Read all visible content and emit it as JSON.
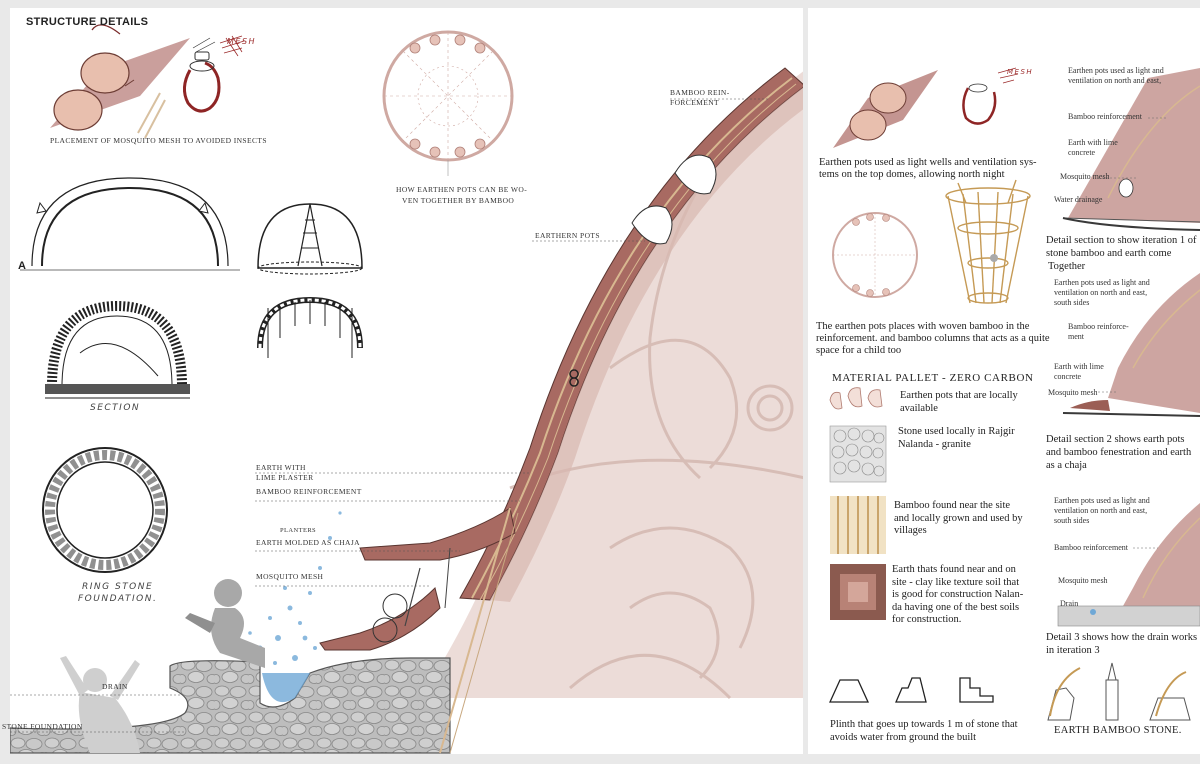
{
  "colors": {
    "terracotta": "#a86a62",
    "earth_wall": "#c69a92",
    "dome_interior": "#ecdcd8",
    "stone": "#b8b8b8",
    "water": "#6fa8d6",
    "figure": "#a8a8a8",
    "bamboo": "#d8b890"
  },
  "left": {
    "title": "STRUCTURE DETAILS",
    "mesh_label": "MESH",
    "mosquito_caption": "PLACEMENT OF MOSQUITO MESH TO AVOIDED INSECTS",
    "woven_caption_1": "HOW EARTHEN POTS CAN BE WO-",
    "woven_caption_2": "VEN TOGETHER BY BAMBOO",
    "arch_label": "A",
    "section_label": "SECTION",
    "ring_label_1": "RING STONE",
    "ring_label_2": "FOUNDATION.",
    "bamboo_rein_1": "BAMBOO REIN-",
    "bamboo_rein_2": "FORCEMENT",
    "earthen_pots": "EARTHERN POTS",
    "earth_with_1": "EARTH WITH",
    "earth_with_2": "LIME PLASTER",
    "bamboo_reinforcement": "BAMBOO REINFORCEMENT",
    "planters": "PLANTERS",
    "earth_molded": "EARTH MOLDED AS CHAJA",
    "mosquito_mesh": "MOSQUITO MESH",
    "drain": "DRAIN",
    "stone_foundation": "STONE FOUNDATION"
  },
  "right": {
    "mesh_label": "MESH",
    "pots_text_1": "Earthen pots used as light wells and ventilation sys-",
    "pots_text_2": "tems on the top domes, allowing north night",
    "woven_text_1": "The earthen pots places with woven bamboo in the",
    "woven_text_2": "reinforcement. and bamboo columns that acts as a quite",
    "woven_text_3": "space for a child too",
    "material_heading": "MATERIAL PALLET - ZERO CARBON",
    "materials": [
      {
        "line1": "Earthen pots that are locally",
        "line2": "available",
        "line3": "",
        "line4": "",
        "line5": ""
      },
      {
        "line1": "Stone used locally in Rajgir",
        "line2": "Nalanda - granite",
        "line3": "",
        "line4": "",
        "line5": ""
      },
      {
        "line1": "Bamboo found near the site",
        "line2": "and locally grown and used by",
        "line3": "villages",
        "line4": "",
        "line5": ""
      },
      {
        "line1": "Earth thats found near and on",
        "line2": "site - clay like texture soil that",
        "line3": "is good for construction Nalan-",
        "line4": "da having one of the best soils",
        "line5": "for construction."
      }
    ],
    "plinth_text_1": "Plinth that goes up towards 1 m of stone that",
    "plinth_text_2": "avoids water from ground the built",
    "detail1": {
      "pots_1": "Earthen pots used as light and",
      "pots_2": "ventilation on north and east,",
      "bamboo": "Bamboo reinforcement",
      "earth_1": "Earth with lime",
      "earth_2": "concrete",
      "mesh": "Mosquito mesh",
      "drainage": "Water drainage",
      "cap_1": "Detail section to show iteration 1 of",
      "cap_2": "stone bamboo and earth come",
      "cap_3": "Together"
    },
    "detail2": {
      "pots_1": "Earthen pots used as light and",
      "pots_2": "ventilation on north and east,",
      "pots_3": "south sides",
      "bamboo_1": "Bamboo reinforce-",
      "bamboo_2": "ment",
      "earth_1": "Earth with lime",
      "earth_2": "concrete",
      "mesh": "Mosquito mesh",
      "cap_1": "Detail section 2 shows earth pots",
      "cap_2": "and bamboo fenestration and earth",
      "cap_3": "as a chaja"
    },
    "detail3": {
      "pots_1": "Earthen pots used as light and",
      "pots_2": "ventilation on north and east,",
      "pots_3": "south sides",
      "bamboo": "Bamboo reinforcement",
      "mesh": "Mosquito mesh",
      "drain": "Drain",
      "cap_1": "Detail 3 shows how the drain works",
      "cap_2": "in iteration 3"
    },
    "ebs_label": "EARTH BAMBOO STONE."
  }
}
